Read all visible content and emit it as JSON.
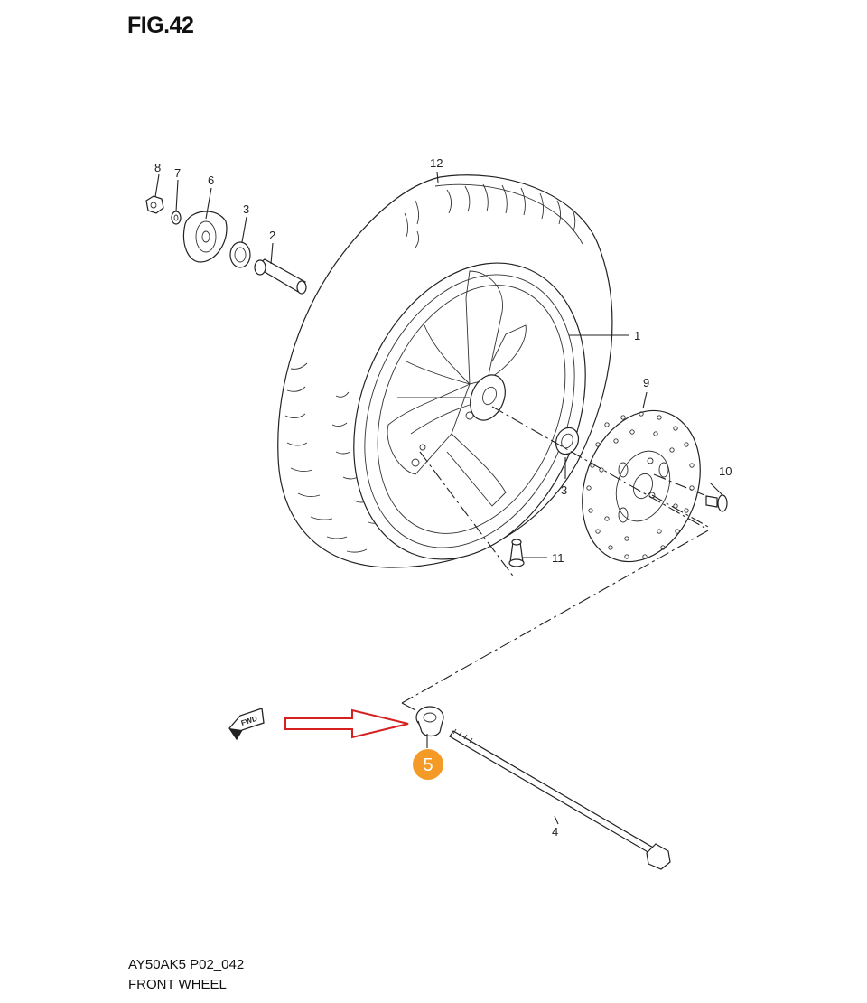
{
  "figure": {
    "title": "FIG.42",
    "code": "AY50AK5 P02_042",
    "name": "FRONT WHEEL"
  },
  "callouts": [
    {
      "id": "1",
      "label": "1"
    },
    {
      "id": "2",
      "label": "2"
    },
    {
      "id": "3a",
      "label": "3"
    },
    {
      "id": "3b",
      "label": "3"
    },
    {
      "id": "4",
      "label": "4"
    },
    {
      "id": "5",
      "label": "5",
      "highlighted": true
    },
    {
      "id": "6",
      "label": "6"
    },
    {
      "id": "7",
      "label": "7"
    },
    {
      "id": "8",
      "label": "8"
    },
    {
      "id": "9",
      "label": "9"
    },
    {
      "id": "10",
      "label": "10"
    },
    {
      "id": "11",
      "label": "11"
    },
    {
      "id": "12",
      "label": "12"
    }
  ],
  "direction_icon": {
    "label": "FWD",
    "icon": "forward-arrow-icon"
  },
  "highlight": {
    "arrow": "red-outline-arrow-icon",
    "arrow_color": "#d62020",
    "badge_color": "#f39a27"
  }
}
